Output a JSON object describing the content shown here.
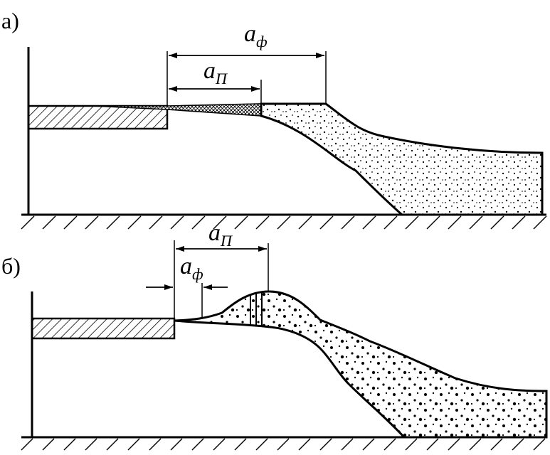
{
  "panels": [
    {
      "label": "а)",
      "dims": [
        {
          "symbol": "a",
          "subscript": "ф"
        },
        {
          "symbol": "a",
          "subscript": "П"
        }
      ]
    },
    {
      "label": "б)",
      "dims": [
        {
          "symbol": "a",
          "subscript": "П"
        },
        {
          "symbol": "a",
          "subscript": "ф"
        }
      ]
    }
  ],
  "colors": {
    "ink": "#000000",
    "background": "#ffffff"
  }
}
